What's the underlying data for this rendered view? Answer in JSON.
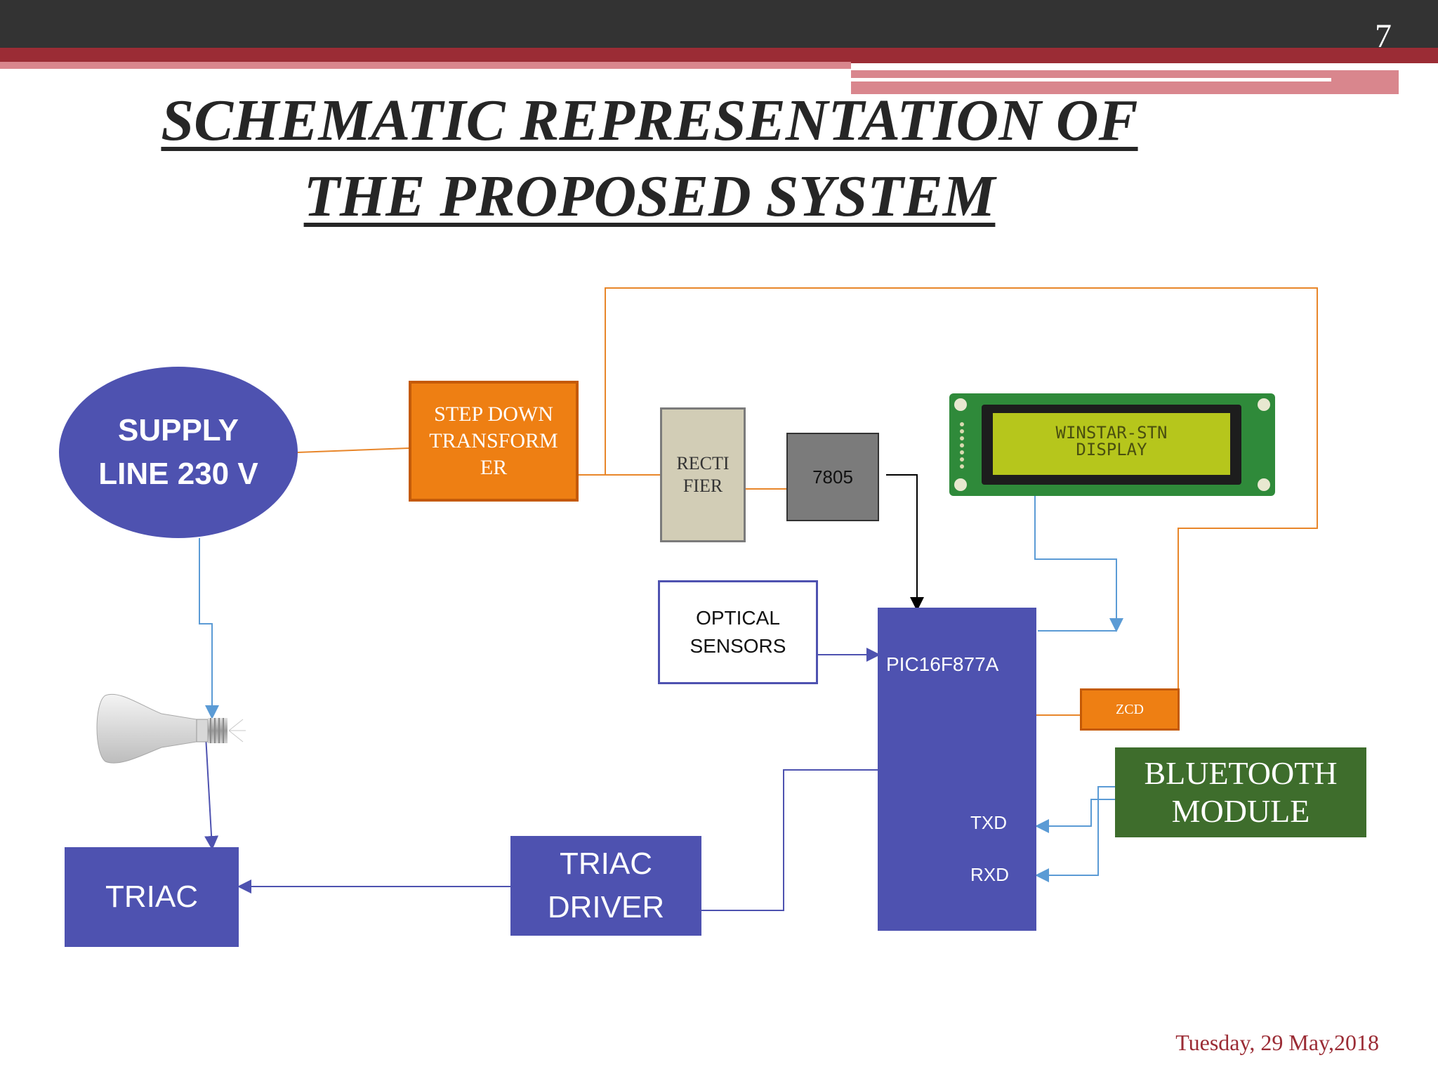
{
  "header": {
    "slide_number": "7"
  },
  "title": {
    "line1": "SCHEMATIC  REPRESENTATION OF",
    "line2": "THE PROPOSED SYSTEM"
  },
  "blocks": {
    "supply": "SUPPLY LINE 230 V",
    "step_down": "STEP DOWN TRANSFORM ER",
    "rectifier": "RECTI FIER",
    "regulator": "7805",
    "lcd_text_line1": "WINSTAR-STN",
    "lcd_text_line2": "DISPLAY",
    "optical_sensors": "OPTICAL SENSORS",
    "microcontroller": "PIC16F877A",
    "txd": "TXD",
    "rxd": "RXD",
    "zcd": "ZCD",
    "bluetooth": "BLUETOOTH MODULE",
    "triac_driver": "TRIAC DRIVER",
    "triac": "TRIAC"
  },
  "colors": {
    "block_blue": "#4e52b0",
    "block_orange": "#ee7f13",
    "block_green": "#3e6d2c",
    "wire_orange": "#e8862a",
    "wire_lightblue": "#5b9bd5",
    "accent_red": "#9b2c35"
  },
  "footer": {
    "date": "Tuesday, 29 May,2018"
  }
}
